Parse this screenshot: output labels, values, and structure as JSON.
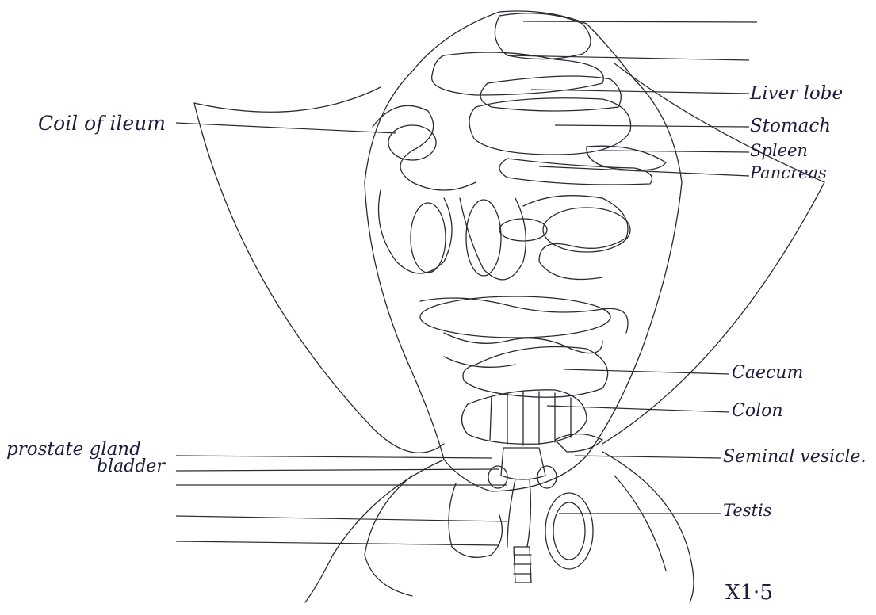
{
  "diagram": {
    "labels": {
      "coil_of_ileum": "Coil of ileum",
      "liver_lobe": "Liver lobe",
      "stomach": "Stomach",
      "spleen": "Spleen",
      "pancreas": "Pancreas",
      "caecum": "Caecum",
      "colon": "Colon",
      "prostate_gland": "prostate gland",
      "bladder": "bladder",
      "seminal_vesicle": "Seminal vesicle.",
      "testis": "Testis",
      "magnification": "X1·5"
    },
    "colors": {
      "ink": "#2a2a33",
      "handwriting": "#1d1d3f",
      "paper": "#ffffff"
    }
  }
}
